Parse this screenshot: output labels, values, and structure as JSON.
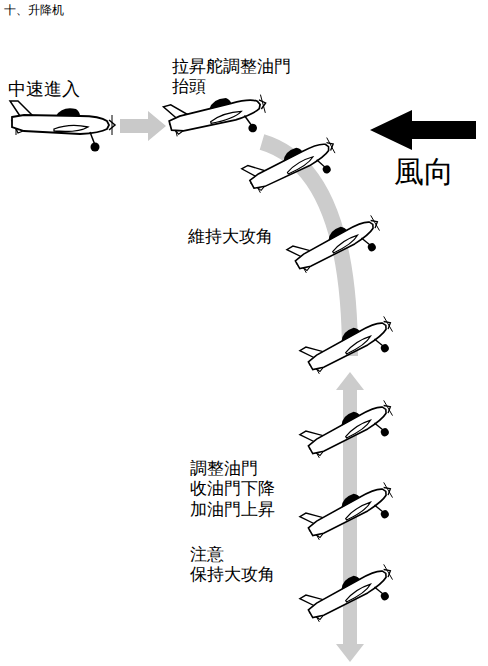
{
  "diagram": {
    "title": "十、升降机",
    "labels": [
      "中速進入",
      "拉昇舵調整油門 抬頭",
      "風向",
      "維持大攻角",
      "調整油門 收油門下降 加油門上昇",
      "注意 保持大攻角"
    ]
  }
}
